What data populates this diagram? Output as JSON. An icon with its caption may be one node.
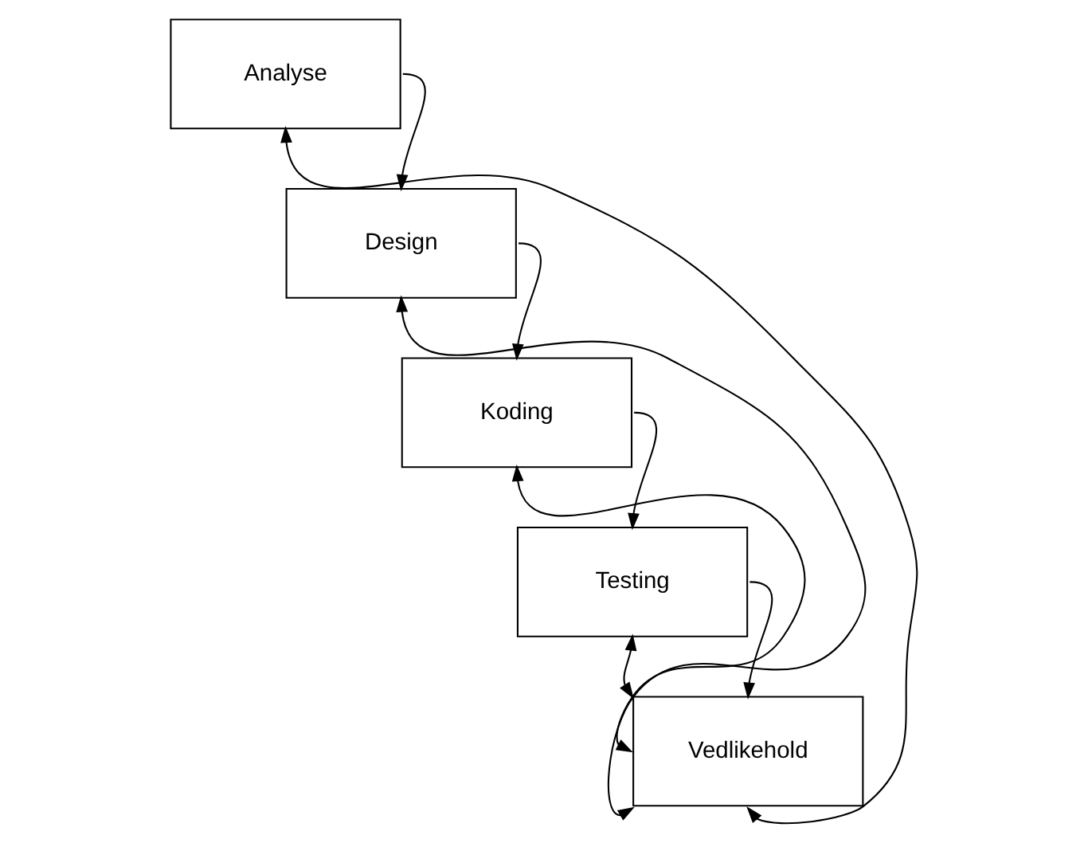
{
  "diagram": {
    "nodes": [
      {
        "text": [
          "Analyse"
        ]
      },
      {
        "text": [
          "Design"
        ]
      },
      {
        "text": [
          "Koding"
        ]
      },
      {
        "text": [
          "Testing"
        ]
      },
      {
        "text": [
          "Vedlikehold"
        ]
      }
    ],
    "edges": [
      {
        "from": 0,
        "to": 1,
        "arrow": "to"
      },
      {
        "from": 1,
        "to": 2,
        "arrow": "to"
      },
      {
        "from": 2,
        "to": 3,
        "arrow": "to"
      },
      {
        "from": 3,
        "to": 4,
        "arrow": "to"
      },
      {
        "from": 0,
        "to": 4,
        "arrow": "both"
      },
      {
        "from": 1,
        "to": 4,
        "arrow": "both"
      },
      {
        "from": 2,
        "to": 4,
        "arrow": "both"
      },
      {
        "from": 3,
        "to": 4,
        "arrow": "both"
      }
    ]
  }
}
